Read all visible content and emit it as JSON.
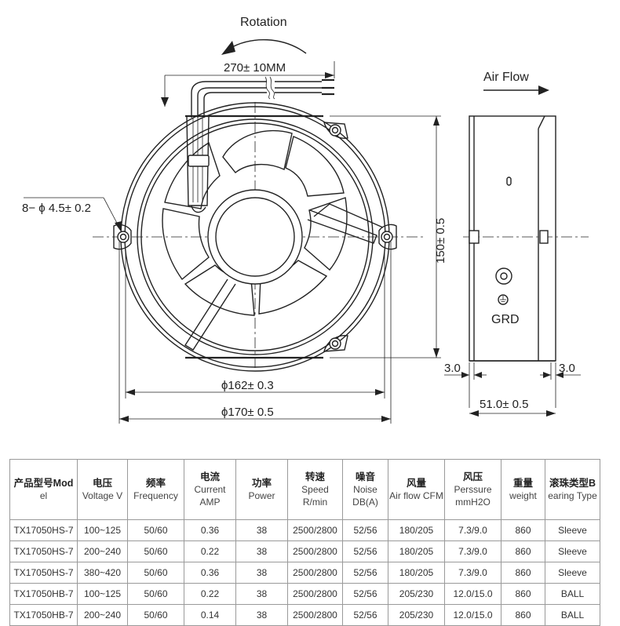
{
  "drawing": {
    "rotation_label": "Rotation",
    "cable_length": "270± 10MM",
    "hole_spec": "8− ϕ 4.5± 0.2",
    "inner_diameter": "ϕ162± 0.3",
    "outer_diameter": "ϕ170± 0.5",
    "height_dim": "150± 0.5",
    "airflow_label": "Air Flow",
    "flange_left": "3.0",
    "flange_right": "3.0",
    "depth_dim": "51.0± 0.5",
    "ground_label": "GRD"
  },
  "table": {
    "headers": [
      {
        "zh": "产品型号Mod",
        "en": "el"
      },
      {
        "zh": "电压",
        "en": "Voltage V"
      },
      {
        "zh": "频率",
        "en": "Frequency"
      },
      {
        "zh": "电流",
        "en": "Current AMP"
      },
      {
        "zh": "功率",
        "en": "Power"
      },
      {
        "zh": "转速",
        "en": "Speed R/min"
      },
      {
        "zh": "噪音",
        "en": "Noise DB(A)"
      },
      {
        "zh": "风量",
        "en": "Air flow CFM"
      },
      {
        "zh": "风压",
        "en": "Perssure mmH2O"
      },
      {
        "zh": "重量",
        "en": "weight"
      },
      {
        "zh": "滚珠类型B",
        "en": "earing Type"
      }
    ],
    "rows": [
      [
        "TX17050HS-7",
        "100~125",
        "50/60",
        "0.36",
        "38",
        "2500/2800",
        "52/56",
        "180/205",
        "7.3/9.0",
        "860",
        "Sleeve"
      ],
      [
        "TX17050HS-7",
        "200~240",
        "50/60",
        "0.22",
        "38",
        "2500/2800",
        "52/56",
        "180/205",
        "7.3/9.0",
        "860",
        "Sleeve"
      ],
      [
        "TX17050HS-7",
        "380~420",
        "50/60",
        "0.36",
        "38",
        "2500/2800",
        "52/56",
        "180/205",
        "7.3/9.0",
        "860",
        "Sleeve"
      ],
      [
        "TX17050HB-7",
        "100~125",
        "50/60",
        "0.22",
        "38",
        "2500/2800",
        "52/56",
        "205/230",
        "12.0/15.0",
        "860",
        "BALL"
      ],
      [
        "TX17050HB-7",
        "200~240",
        "50/60",
        "0.14",
        "38",
        "2500/2800",
        "52/56",
        "205/230",
        "12.0/15.0",
        "860",
        "BALL"
      ]
    ]
  }
}
